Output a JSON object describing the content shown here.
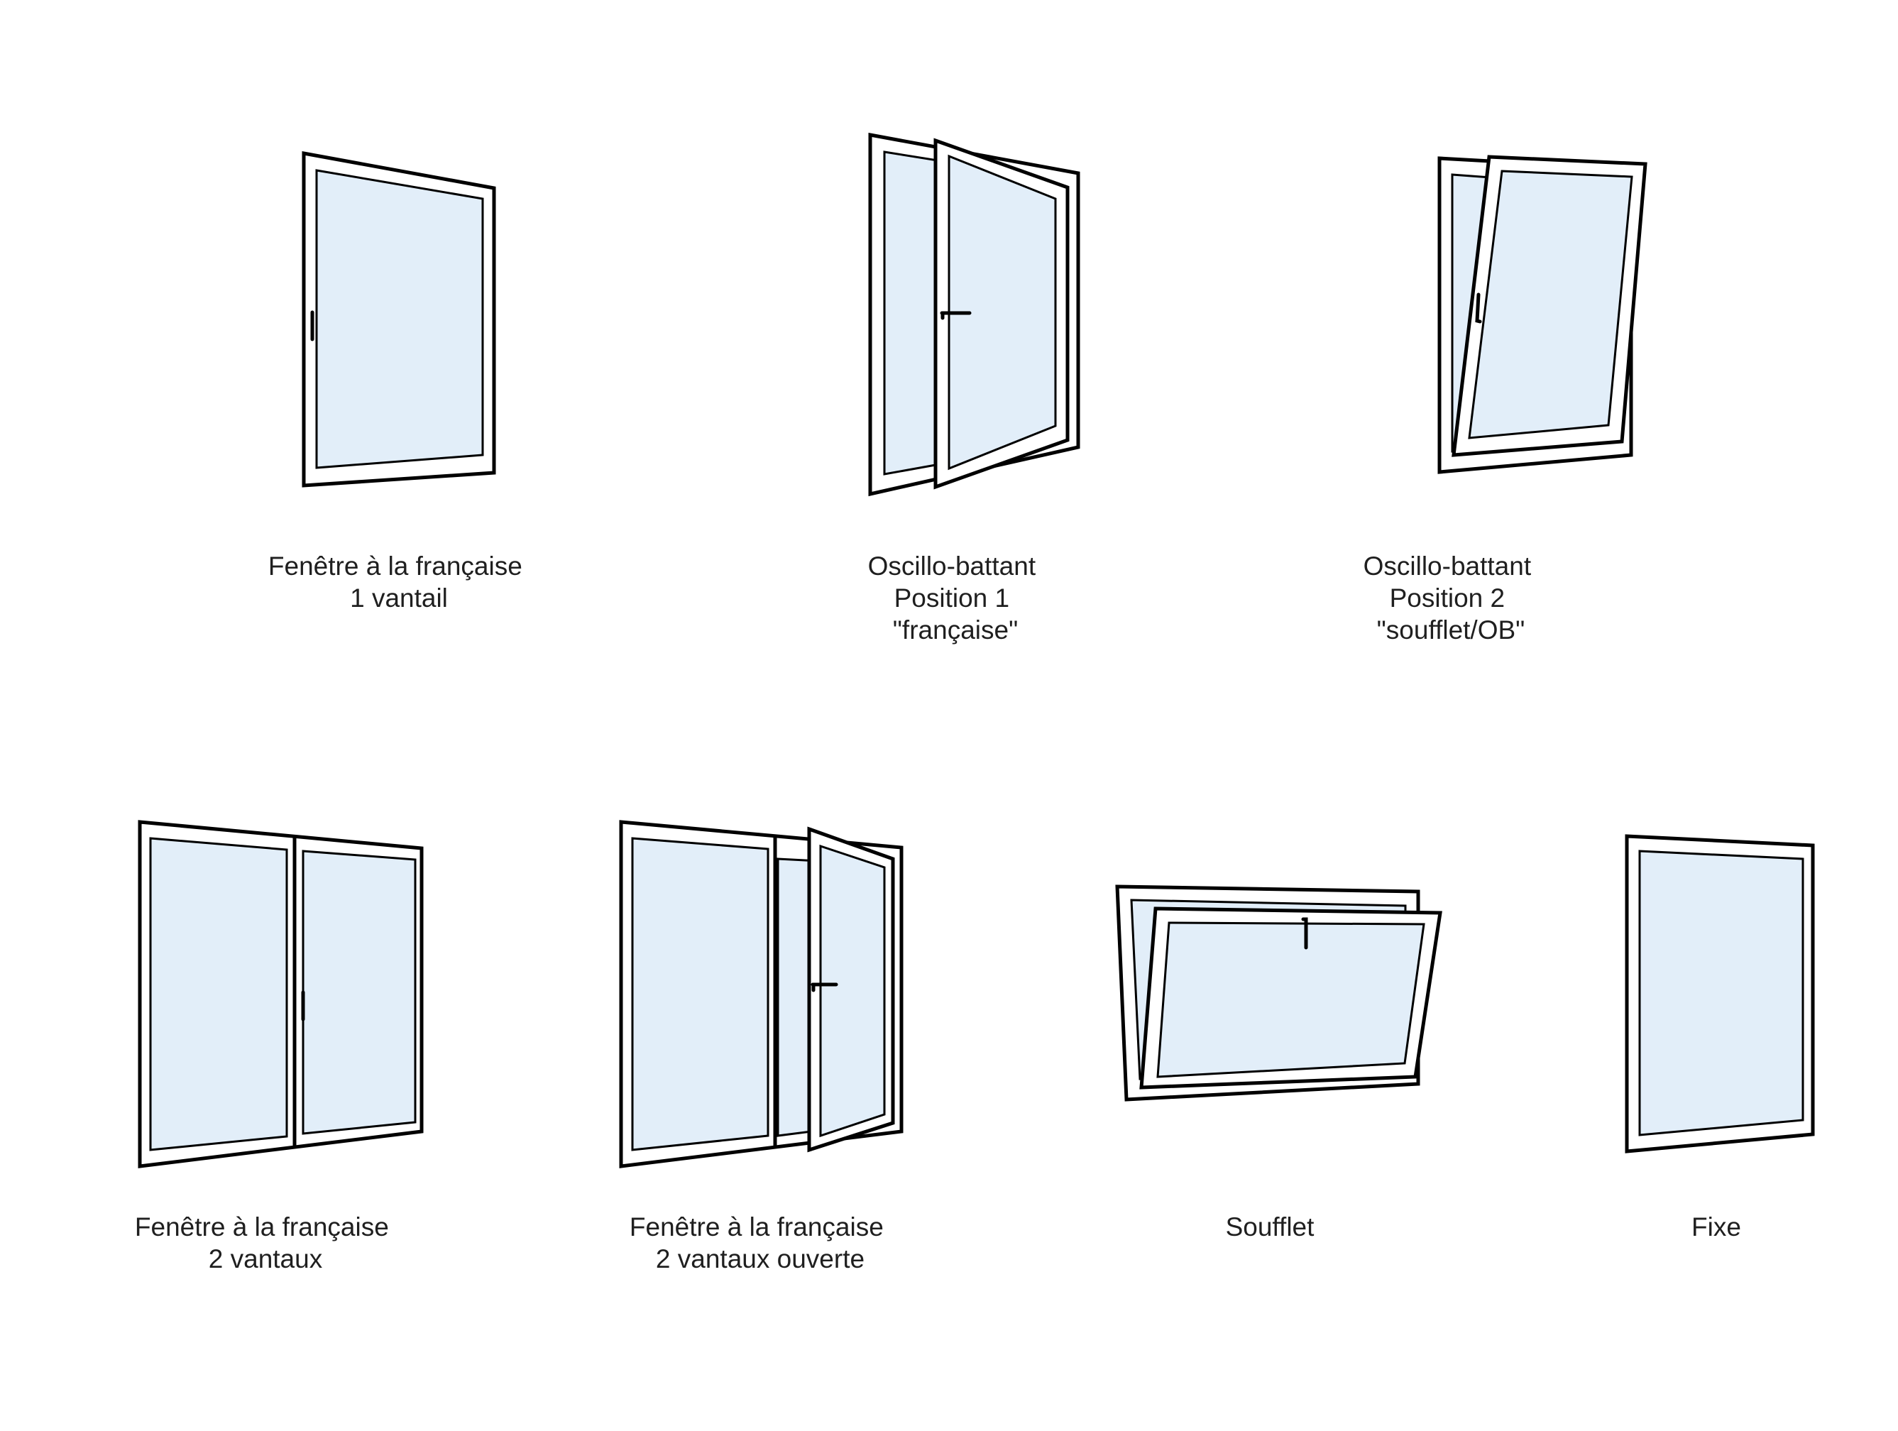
{
  "colors": {
    "frame": "#000000",
    "glass": "#e2eef9",
    "text": "#1f1f1f",
    "background": "#ffffff"
  },
  "windows": [
    {
      "id": "francaise-1-vantail",
      "lines": [
        "Fenêtre à la française",
        "1 vantail"
      ]
    },
    {
      "id": "oscillo-position-1",
      "lines": [
        "Oscillo-battant",
        "Position 1",
        "\"française\""
      ]
    },
    {
      "id": "oscillo-position-2",
      "lines": [
        "Oscillo-battant",
        "Position 2",
        "\"soufflet/OB\""
      ]
    },
    {
      "id": "francaise-2-vantaux",
      "lines": [
        "Fenêtre à la française",
        "2 vantaux"
      ]
    },
    {
      "id": "francaise-2-vantaux-ouverte",
      "lines": [
        "Fenêtre à la française",
        "2 vantaux ouverte"
      ]
    },
    {
      "id": "soufflet",
      "lines": [
        "Soufflet"
      ]
    },
    {
      "id": "fixe",
      "lines": [
        "Fixe"
      ]
    }
  ]
}
